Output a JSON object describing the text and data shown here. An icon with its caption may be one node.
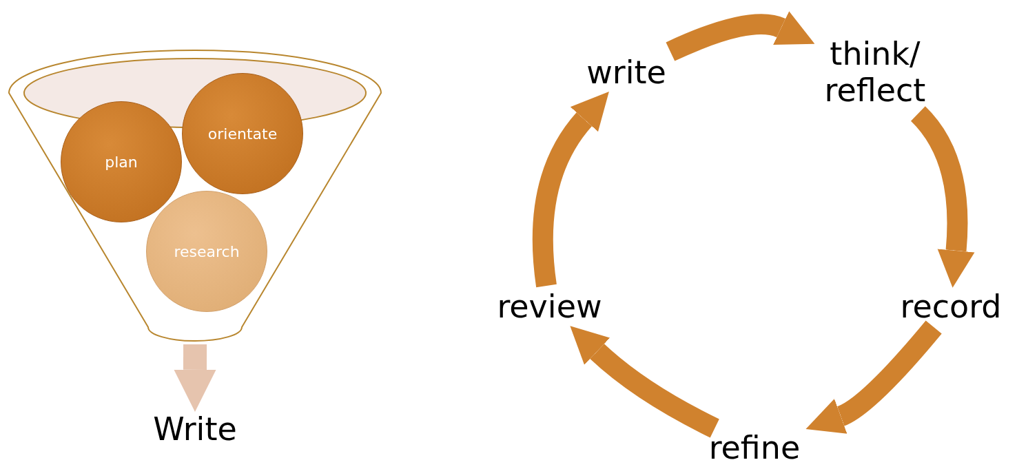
{
  "diagram": {
    "nodes": [
      {
        "text": [],
        "shape": "funnel"
      },
      {
        "text": [
          "plan"
        ],
        "in": 0
      },
      {
        "text": [
          "orientate"
        ],
        "in": 0
      },
      {
        "text": [
          "research"
        ],
        "in": 0
      },
      {
        "text": [
          "Write"
        ]
      },
      {
        "text": [
          "write"
        ]
      },
      {
        "text": [
          "think/ reflect"
        ]
      },
      {
        "text": [
          "record"
        ]
      },
      {
        "text": [
          "refine"
        ]
      },
      {
        "text": [
          "review"
        ]
      }
    ],
    "edges": [
      {
        "from": 0,
        "to": 4,
        "arrow": "to",
        "color": "#e6c4ae"
      },
      {
        "from": 5,
        "to": 6,
        "arrow": "to"
      },
      {
        "from": 6,
        "to": 7,
        "arrow": "to"
      },
      {
        "from": 7,
        "to": 8,
        "arrow": "to"
      },
      {
        "from": 8,
        "to": 9,
        "arrow": "to"
      },
      {
        "from": 9,
        "to": 5,
        "arrow": "to"
      }
    ]
  }
}
